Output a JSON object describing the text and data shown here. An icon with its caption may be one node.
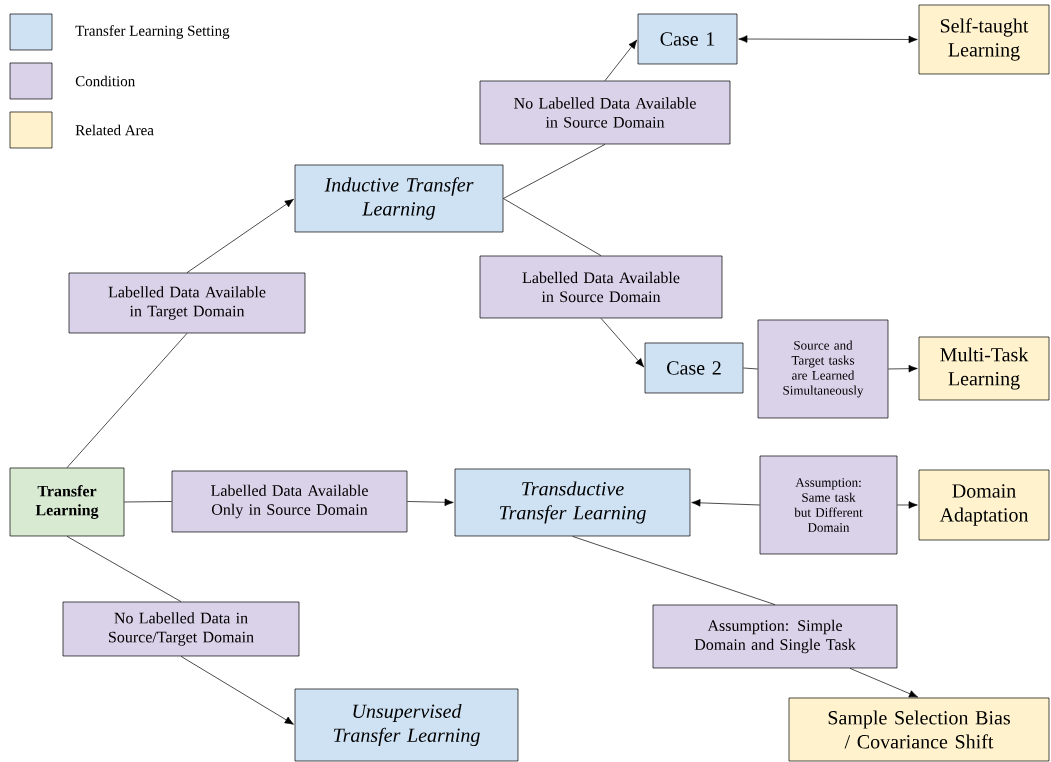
{
  "diagram": {
    "nodes": [
      {
        "text": [
          "Transfer Learning"
        ]
      },
      {
        "text": [
          "Labelled Data Available in Target Domain"
        ]
      },
      {
        "text": [
          "Inductive Transfer Learning"
        ]
      },
      {
        "text": [
          "No Labelled Data Available in Source Domain"
        ]
      },
      {
        "text": [
          "Case 1"
        ]
      },
      {
        "text": [
          "Self-taught Learning"
        ]
      },
      {
        "text": [
          "Labelled Data Available in Source Domain"
        ]
      },
      {
        "text": [
          "Case 2"
        ]
      },
      {
        "text": [
          "Source and Target tasks are Learned Simultaneously"
        ]
      },
      {
        "text": [
          "Multi-Task Learning"
        ]
      },
      {
        "text": [
          "Labelled Data Available Only in Source Domain"
        ]
      },
      {
        "text": [
          "Transductive Transfer Learning"
        ]
      },
      {
        "text": [
          "Assumption: Same task but Different Domain"
        ]
      },
      {
        "text": [
          "Domain Adaptation"
        ]
      },
      {
        "text": [
          "No Labelled Data in Source/Target Domain"
        ]
      },
      {
        "text": [
          "Assumption: Simple Domain and Single Task"
        ]
      },
      {
        "text": [
          "Unsupervised Transfer Learning"
        ]
      },
      {
        "text": [
          "Sample Selection Bias / Covariance Shift"
        ]
      }
    ],
    "edges": [
      {
        "from": 0,
        "to": 1,
        "arrow": "none"
      },
      {
        "from": 1,
        "to": 2,
        "arrow": "to"
      },
      {
        "from": 2,
        "to": 3,
        "arrow": "none"
      },
      {
        "from": 3,
        "to": 4,
        "arrow": "to"
      },
      {
        "from": 4,
        "to": 5,
        "arrow": "both"
      },
      {
        "from": 2,
        "to": 6,
        "arrow": "none"
      },
      {
        "from": 6,
        "to": 7,
        "arrow": "to"
      },
      {
        "from": 7,
        "to": 8,
        "arrow": "none"
      },
      {
        "from": 8,
        "to": 9,
        "arrow": "to"
      },
      {
        "from": 0,
        "to": 10,
        "arrow": "none"
      },
      {
        "from": 10,
        "to": 11,
        "arrow": "to"
      },
      {
        "from": 12,
        "to": 11,
        "arrow": "to"
      },
      {
        "from": 12,
        "to": 13,
        "arrow": "to"
      },
      {
        "from": 11,
        "to": 15,
        "arrow": "none"
      },
      {
        "from": 15,
        "to": 17,
        "arrow": "to"
      },
      {
        "from": 0,
        "to": 14,
        "arrow": "none"
      },
      {
        "from": 14,
        "to": 16,
        "arrow": "to"
      }
    ],
    "legend": [
      {
        "text": "Transfer Learning Setting",
        "color": "#cfe2f3"
      },
      {
        "text": "Condition",
        "color": "#d9d2e9"
      },
      {
        "text": "Related Area",
        "color": "#fff2cc"
      }
    ]
  }
}
